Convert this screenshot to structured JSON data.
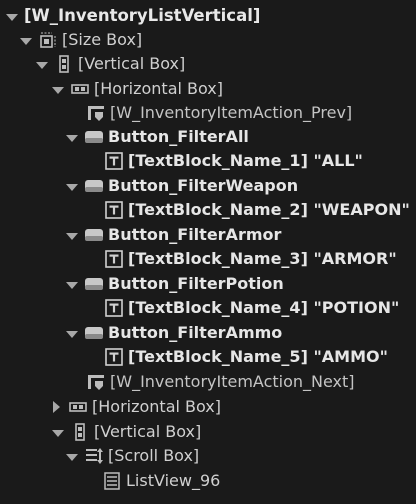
{
  "tree": {
    "root": {
      "label": "[W_InventoryListVertical]"
    },
    "size_box": {
      "label": "[Size Box]"
    },
    "vertical_box_1": {
      "label": "[Vertical Box]"
    },
    "horizontal_box_1": {
      "label": "[Horizontal Box]"
    },
    "action_prev": {
      "label": "[W_InventoryItemAction_Prev]"
    },
    "button_filter_all": {
      "label": "Button_FilterAll"
    },
    "textblock_1": {
      "label": "[TextBlock_Name_1] \"ALL\""
    },
    "button_filter_weapon": {
      "label": "Button_FilterWeapon"
    },
    "textblock_2": {
      "label": "[TextBlock_Name_2] \"WEAPON\""
    },
    "button_filter_armor": {
      "label": "Button_FilterArmor"
    },
    "textblock_3": {
      "label": "[TextBlock_Name_3] \"ARMOR\""
    },
    "button_filter_potion": {
      "label": "Button_FilterPotion"
    },
    "textblock_4": {
      "label": "[TextBlock_Name_4] \"POTION\""
    },
    "button_filter_ammo": {
      "label": "Button_FilterAmmo"
    },
    "textblock_5": {
      "label": "[TextBlock_Name_5] \"AMMO\""
    },
    "action_next": {
      "label": "[W_InventoryItemAction_Next]"
    },
    "horizontal_box_2": {
      "label": "[Horizontal Box]"
    },
    "vertical_box_2": {
      "label": "[Vertical Box]"
    },
    "scroll_box": {
      "label": "[Scroll Box]"
    },
    "listview": {
      "label": "ListView_96"
    }
  },
  "colors": {
    "background": "#1a1a1a",
    "text": "#d0d0d0",
    "icon": "#bdbdbd"
  }
}
